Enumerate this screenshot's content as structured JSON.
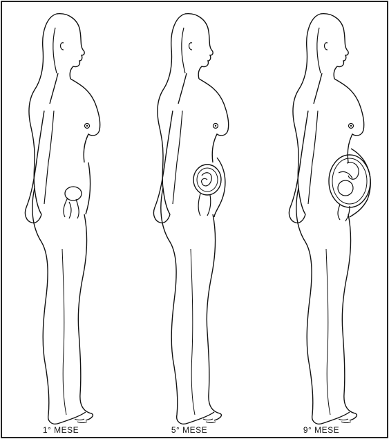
{
  "captions": {
    "month_1": "1° MESE",
    "month_5": "5° MESE",
    "month_9": "9° MESE"
  },
  "figures": [
    {
      "stage": "1° MESE",
      "uterus_size": "small"
    },
    {
      "stage": "5° MESE",
      "uterus_size": "medium"
    },
    {
      "stage": "9° MESE",
      "uterus_size": "large"
    }
  ],
  "colors": {
    "line": "#111111",
    "background": "#ffffff",
    "border": "#222222"
  }
}
